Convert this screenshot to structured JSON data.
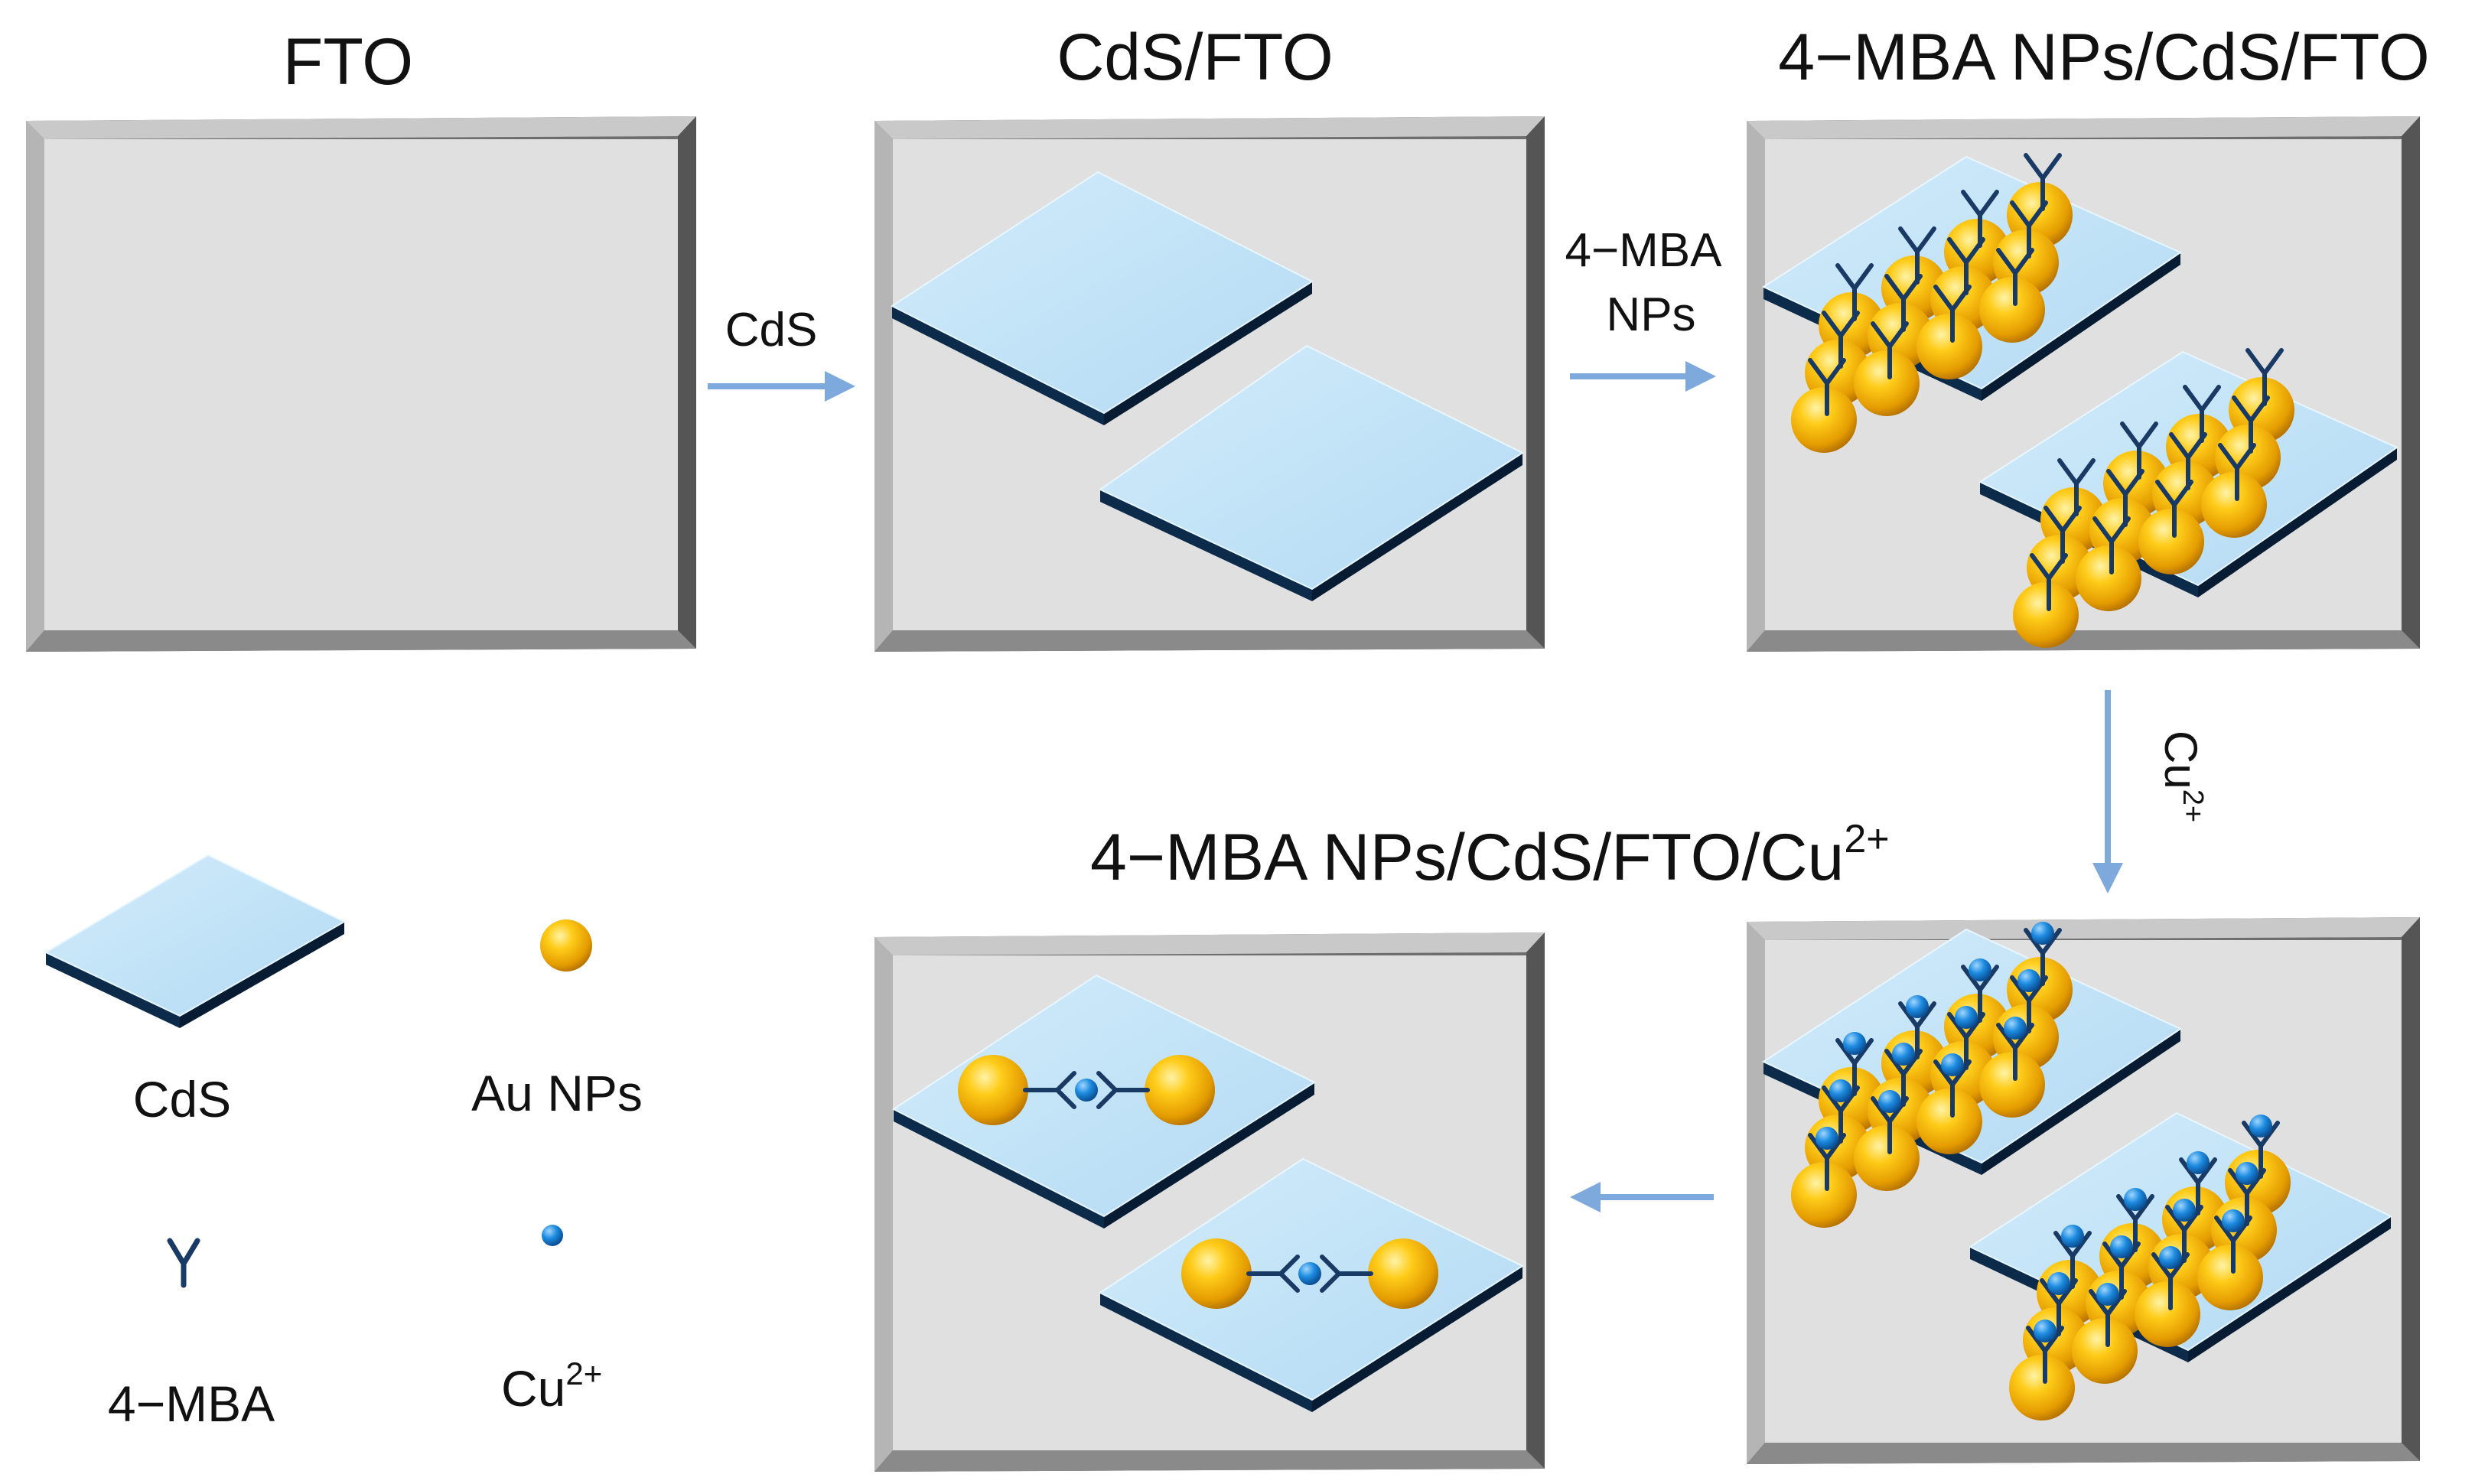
{
  "titles": {
    "fto": "FTO",
    "cds_fto": "CdS/FTO",
    "mba_cds_fto": "4−MBA NPs/CdS/FTO",
    "final_main": "4−MBA NPs/CdS/FTO/Cu",
    "final_sup": "2+"
  },
  "steps": {
    "cds": "CdS",
    "mba_line1": "4−MBA",
    "mba_line2": "NPs",
    "cu_main": "Cu",
    "cu_sup": "2+"
  },
  "legend": {
    "cds": "CdS",
    "au_nps": "Au NPs",
    "mba": "4−MBA",
    "cu_main": "Cu",
    "cu_sup": "2+"
  },
  "colors": {
    "plate": "#e0e0e0",
    "cds_film": "#bfe3f7",
    "cds_edge": "#0c2a4a",
    "au_np": "#f2b600",
    "ligand": "#1a3a66",
    "cu_ion": "#1a7fd6",
    "arrow": "#7ea9dd"
  },
  "icons": {
    "arrow_right": "arrow-right-icon",
    "arrow_down": "arrow-down-icon",
    "arrow_left": "arrow-left-icon"
  }
}
